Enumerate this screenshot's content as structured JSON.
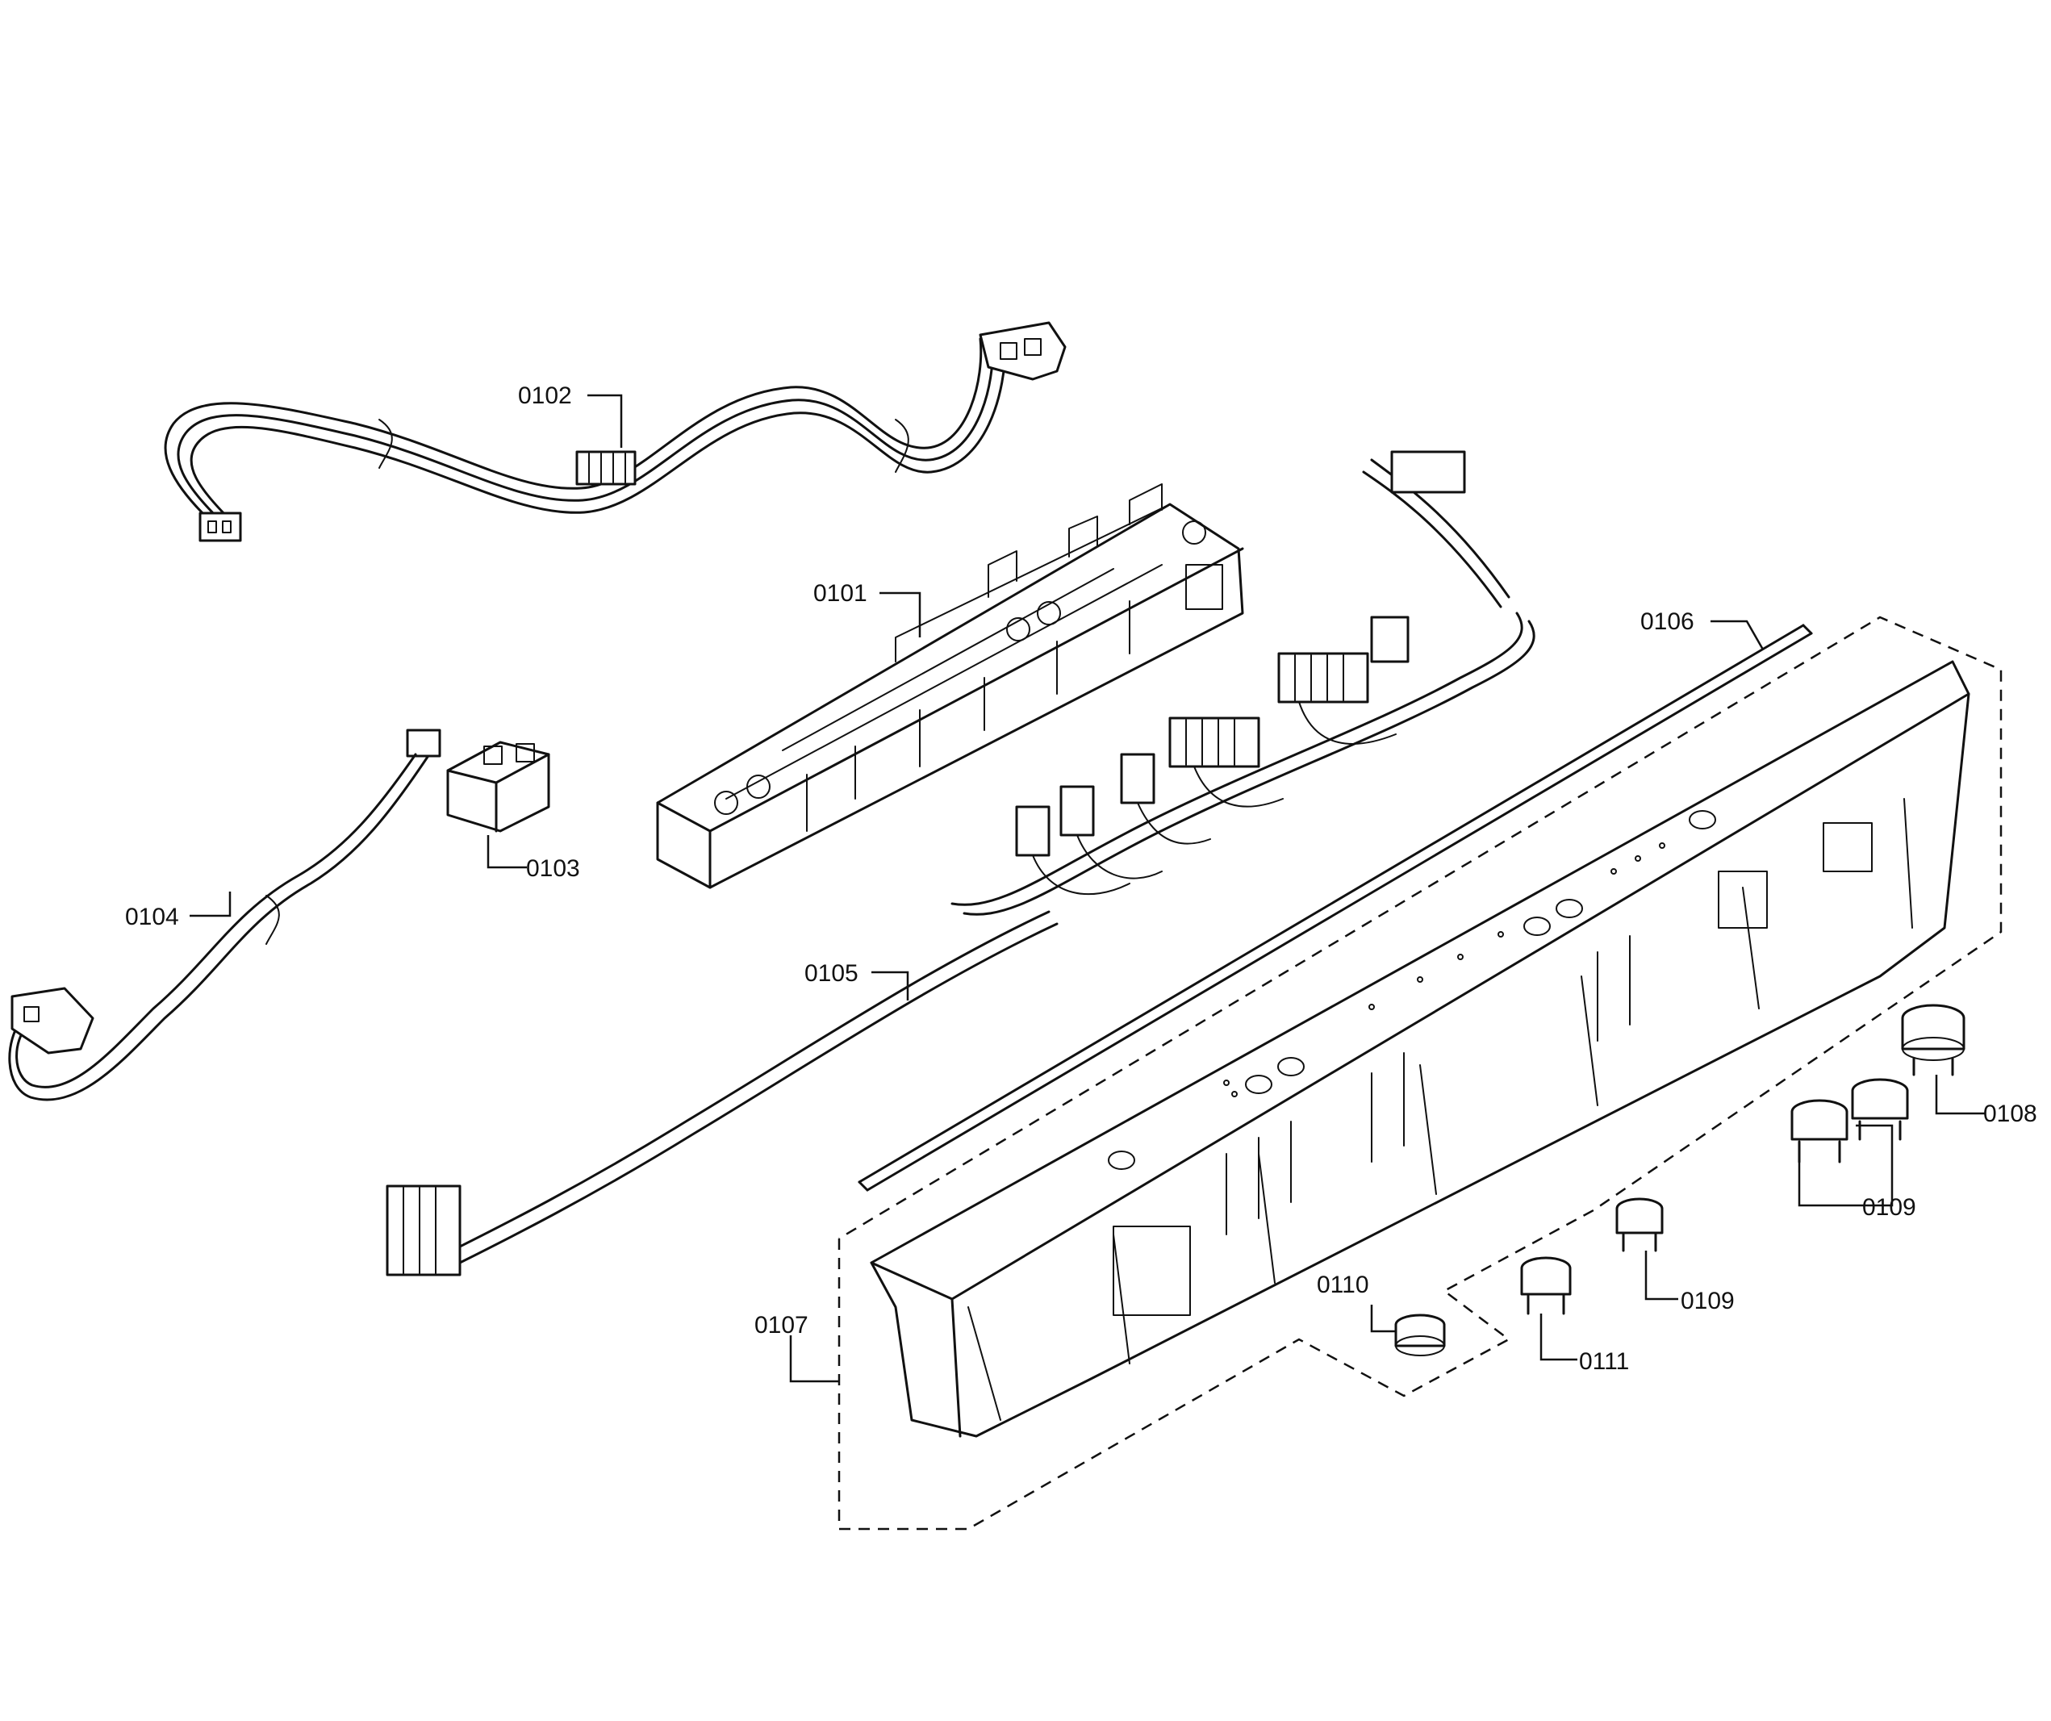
{
  "callouts": {
    "c0101": "0101",
    "c0102": "0102",
    "c0103": "0103",
    "c0104": "0104",
    "c0105": "0105",
    "c0106": "0106",
    "c0107": "0107",
    "c0108": "0108",
    "c0109a": "0109",
    "c0109b": "0109",
    "c0110": "0110",
    "c0111": "0111"
  }
}
